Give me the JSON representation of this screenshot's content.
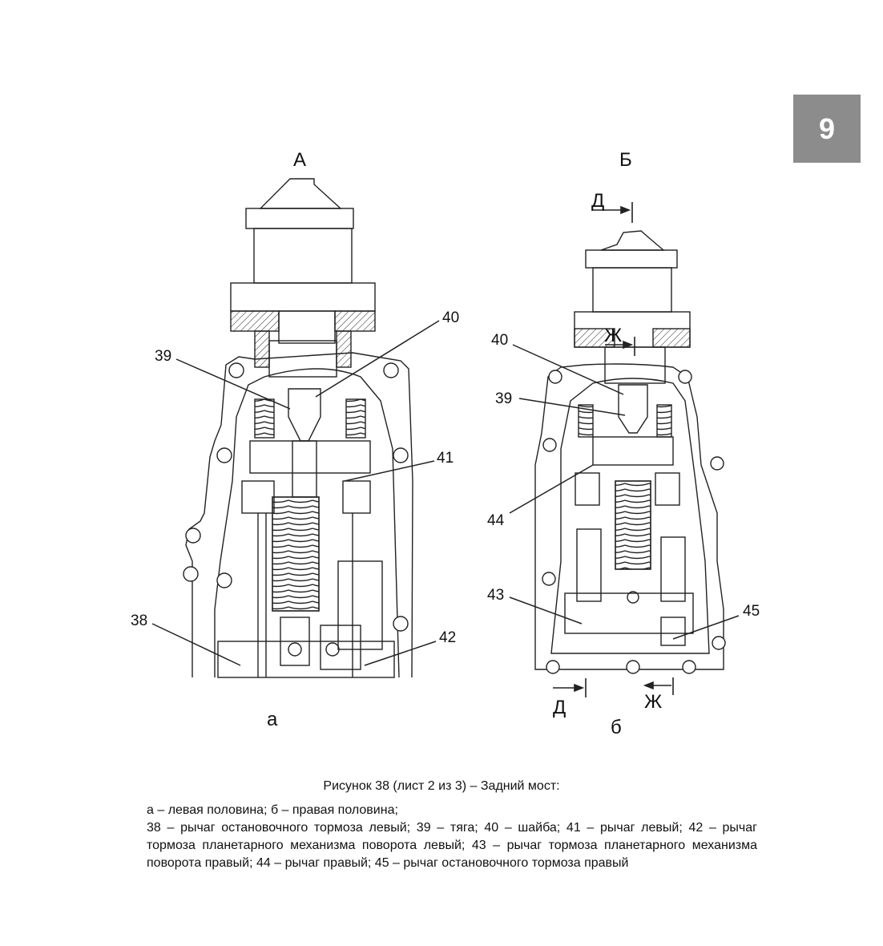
{
  "page_number": "9",
  "views": {
    "left": {
      "view_letter": "А",
      "sub_letter": "а"
    },
    "right": {
      "view_letter": "Б",
      "sub_letter": "б",
      "section_d": "Д",
      "section_zh": "Ж"
    }
  },
  "callouts": {
    "c38": "38",
    "c39": "39",
    "c40": "40",
    "c41": "41",
    "c42": "42",
    "c43": "43",
    "c44": "44",
    "c45": "45"
  },
  "caption": {
    "title": "Рисунок 38 (лист 2 из 3) – Задний мост:",
    "line1": "а – левая половина; б – правая половина;",
    "line2": "38 – рычаг остановочного тормоза левый; 39 – тяга; 40 – шайба; 41 – рычаг левый; 42 – рычаг тормоза планетарного механизма поворота левый; 43 – рычаг тормоза планетарного механизма поворота правый; 44 – рычаг правый; 45 – рычаг остановочного тормоза правый"
  }
}
